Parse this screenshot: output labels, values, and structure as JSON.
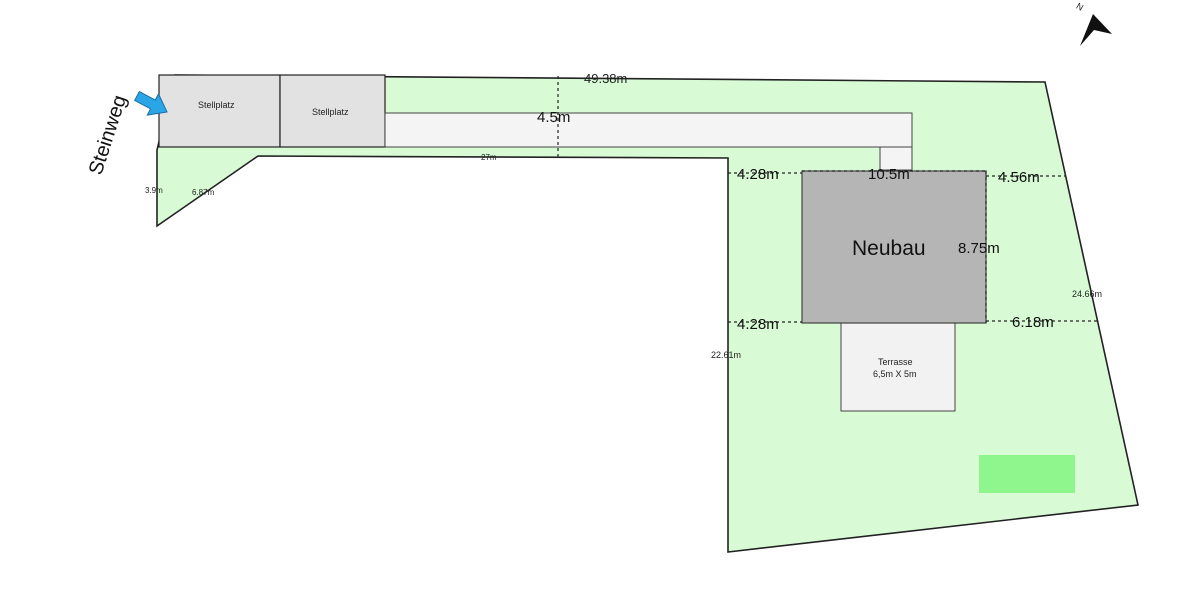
{
  "colors": {
    "lawn": "#d8fbd6",
    "lawn_patch": "#8ff58d",
    "parking": "#e2e2e2",
    "driveway": "#f4f4f4",
    "building": "#b5b5b5",
    "terrace": "#f2f2f2",
    "arrow": "#2aa6e6",
    "outline": "#222222"
  },
  "street": {
    "name": "Steinweg"
  },
  "parking": [
    {
      "label": "Stellplatz"
    },
    {
      "label": "Stellplatz"
    }
  ],
  "building": {
    "label": "Neubau"
  },
  "terrace": {
    "label": "Terrasse",
    "size": "6,5m X 5m"
  },
  "dimensions": {
    "total_length": "49.38m",
    "driveway_width": "4.5m",
    "driveway_length": "27m",
    "building_width": "10.5m",
    "building_depth": "8.75m",
    "left_top_offset": "4.28m",
    "left_bottom_offset": "4.28m",
    "right_top_offset": "4.56m",
    "right_bottom_offset": "6.18m",
    "right_boundary": "24.66m",
    "left_boundary": "22.61m",
    "street_frontage": "3.9m",
    "diagonal_edge": "6.87m"
  },
  "icons": {
    "entrance_arrow": "blue-arrow-icon",
    "north_arrow": "north-arrow-icon"
  },
  "north": {
    "label": "N"
  }
}
